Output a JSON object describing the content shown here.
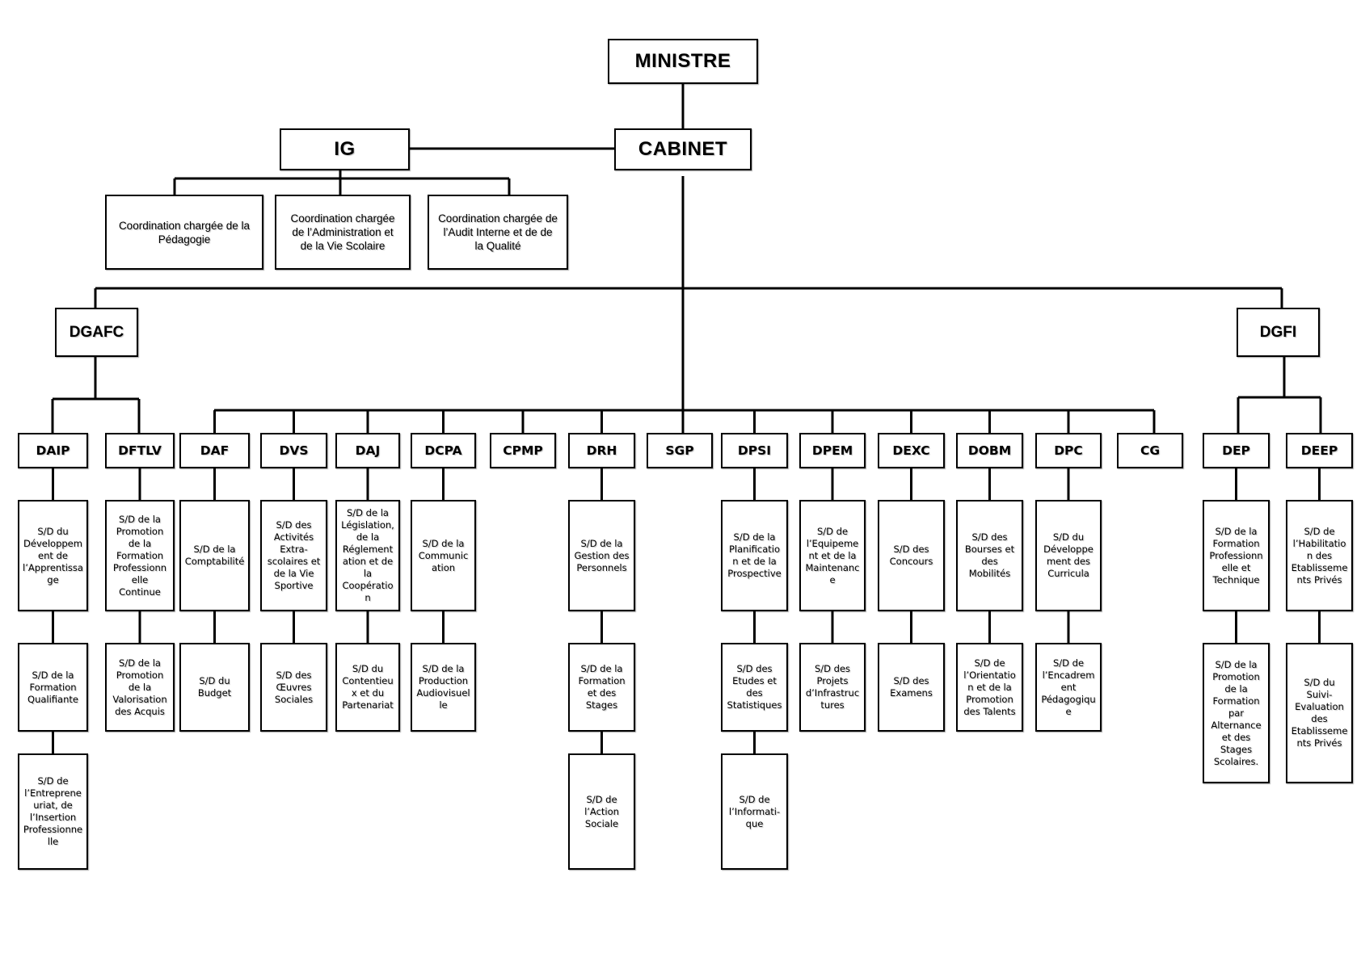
{
  "top": {
    "ministre": "MINISTRE",
    "cabinet": "CABINET",
    "ig": "IG"
  },
  "coordinations": [
    "Coordination chargée de la\nPédagogie",
    "Coordination chargée\nde l’Administration et\nde la Vie Scolaire",
    "Coordination chargée de\nl’Audit Interne et de de\nla Qualité"
  ],
  "general_directorates": {
    "left": "DGAFC",
    "right": "DGFI"
  },
  "directorates": [
    {
      "code": "DAIP",
      "subs": [
        "S/D du\nDéveloppem\nent de\nl’Apprentissa\nge",
        "S/D de la\nFormation\nQualifiante",
        "S/D de\nl’Entreprene\nuriat, de\nl’Insertion\nProfessionne\nlle"
      ]
    },
    {
      "code": "DFTLV",
      "subs": [
        "S/D de la\nPromotion\nde la\nFormation\nProfessionn\nelle\nContinue",
        "S/D de la\nPromotion\nde la\nValorisation\ndes Acquis"
      ]
    },
    {
      "code": "DAF",
      "subs": [
        "S/D de la\nComptabilité",
        "S/D du\nBudget"
      ]
    },
    {
      "code": "DVS",
      "subs": [
        "S/D des\nActivités\nExtra-\nscolaires et\nde la Vie\nSportive",
        "S/D des\nŒuvres\nSociales"
      ]
    },
    {
      "code": "DAJ",
      "subs": [
        "S/D de la\nLégislation,\nde la\nRéglement\nation et de\nla\nCoopératio\nn",
        "S/D du\nContentieu\nx et du\nPartenariat"
      ]
    },
    {
      "code": "DCPA",
      "subs": [
        "S/D de la\nCommunic\nation",
        "S/D de la\nProduction\nAudiovisuel\nle"
      ]
    },
    {
      "code": "CPMP",
      "subs": []
    },
    {
      "code": "DRH",
      "subs": [
        "S/D de la\nGestion des\nPersonnels",
        "S/D de la\nFormation\net des\nStages",
        "S/D de\nl’Action\nSociale"
      ]
    },
    {
      "code": "SGP",
      "subs": []
    },
    {
      "code": "DPSI",
      "subs": [
        "S/D de la\nPlanificatio\nn et de la\nProspective",
        "S/D des\nEtudes et\ndes\nStatistiques",
        "S/D de\nl’Informati-\nque"
      ]
    },
    {
      "code": "DPEM",
      "subs": [
        "S/D de\nl’Equipeme\nnt et de la\nMaintenanc\ne",
        "S/D des\nProjets\nd’Infrastruc\ntures"
      ]
    },
    {
      "code": "DEXC",
      "subs": [
        "S/D des\nConcours",
        "S/D des\nExamens"
      ]
    },
    {
      "code": "DOBM",
      "subs": [
        "S/D des\nBourses et\ndes\nMobilités",
        "S/D de\nl’Orientatio\nn et de la\nPromotion\ndes Talents"
      ]
    },
    {
      "code": "DPC",
      "subs": [
        "S/D du\nDéveloppe\nment des\nCurricula",
        "S/D de\nl’Encadrem\nent\nPédagogiqu\ne"
      ]
    },
    {
      "code": "CG",
      "subs": []
    },
    {
      "code": "DEP",
      "subs": [
        "S/D de la\nFormation\nProfessionn\nelle et\nTechnique",
        "S/D de la\nPromotion\nde la\nFormation\npar\nAlternance\net des\nStages\nScolaires."
      ]
    },
    {
      "code": "DEEP",
      "subs": [
        "S/D de\nl’Habilitatio\nn des\nEtablisseme\nnts Privés",
        "S/D du\nSuivi-\nEvaluation\ndes\nEtablisseme\nnts Privés"
      ]
    }
  ]
}
